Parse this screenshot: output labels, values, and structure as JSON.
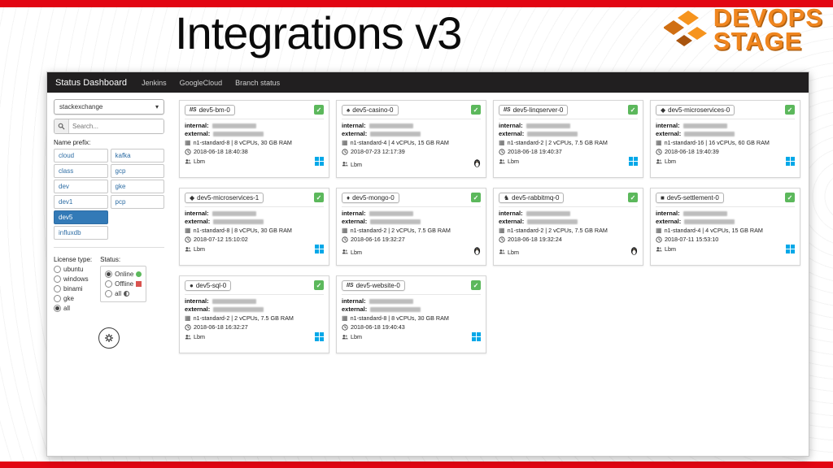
{
  "slide": {
    "title": "Integrations v3",
    "logo_line1": "DEVOPS",
    "logo_line2": "STAGE"
  },
  "nav": {
    "brand": "Status Dashboard",
    "items": [
      "Jenkins",
      "GoogleCloud",
      "Branch status"
    ]
  },
  "sidebar": {
    "dropdown_value": "stackexchange",
    "search_placeholder": "Search...",
    "name_prefix_label": "Name prefix:",
    "prefix_col1": [
      {
        "label": "cloud"
      },
      {
        "label": "class"
      },
      {
        "label": "dev"
      },
      {
        "label": "dev1"
      },
      {
        "label": "dev5",
        "selected": true
      },
      {
        "label": "influxdb"
      }
    ],
    "prefix_col2": [
      {
        "label": "kafka"
      },
      {
        "label": "gcp"
      },
      {
        "label": "gke"
      },
      {
        "label": "pcp"
      }
    ],
    "license_label": "License type:",
    "license_options": [
      {
        "label": "ubuntu"
      },
      {
        "label": "windows"
      },
      {
        "label": "binami"
      },
      {
        "label": "gke"
      },
      {
        "label": "all",
        "selected": true
      }
    ],
    "status_label": "Status:",
    "status_options": [
      {
        "label": "Online",
        "marker": "online",
        "selected": true
      },
      {
        "label": "Offline",
        "marker": "offline"
      },
      {
        "label": "all",
        "marker": "all"
      }
    ]
  },
  "card_labels": {
    "internal": "internal:",
    "external": "external:"
  },
  "icons": {
    "ram": "▦"
  },
  "cards": [
    {
      "name": "dev5-bm-0",
      "icon": "IIS",
      "spec": "n1-standard-8 | 8 vCPUs, 30 GB RAM",
      "datetime": "2018-06-18 18:40:38",
      "owner": "Lbm",
      "os": "windows",
      "checked": true
    },
    {
      "name": "dev5-casino-0",
      "icon": "♠",
      "spec": "n1-standard-4 | 4 vCPUs, 15 GB RAM",
      "datetime": "2018-07-23 12:17:39",
      "owner": "Lbm",
      "os": "linux",
      "checked": true
    },
    {
      "name": "dev5-linqserver-0",
      "icon": "IIS",
      "spec": "n1-standard-2 | 2 vCPUs, 7.5 GB RAM",
      "datetime": "2018-06-18 19:40:37",
      "owner": "Lbm",
      "os": "windows",
      "checked": true
    },
    {
      "name": "dev5-microservices-0",
      "icon": "◆",
      "spec": "n1-standard-16 | 16 vCPUs, 60 GB RAM",
      "datetime": "2018-06-18 19:40:39",
      "owner": "Lbm",
      "os": "windows",
      "checked": true
    },
    {
      "name": "dev5-microservices-1",
      "icon": "◆",
      "spec": "n1-standard-8 | 8 vCPUs, 30 GB RAM",
      "datetime": "2018-07-12 15:10:02",
      "owner": "Lbm",
      "os": "windows",
      "checked": true
    },
    {
      "name": "dev5-mongo-0",
      "icon": "♦",
      "spec": "n1-standard-2 | 2 vCPUs, 7.5 GB RAM",
      "datetime": "2018-06-16 19:32:27",
      "owner": "Lbm",
      "os": "linux",
      "checked": true
    },
    {
      "name": "dev5-rabbitmq-0",
      "icon": "♞",
      "spec": "n1-standard-2 | 2 vCPUs, 7.5 GB RAM",
      "datetime": "2018-06-18 19:32:24",
      "owner": "Lbm",
      "os": "linux",
      "checked": true
    },
    {
      "name": "dev5-settlement-0",
      "icon": "■",
      "spec": "n1-standard-4 | 4 vCPUs, 15 GB RAM",
      "datetime": "2018-07-11 15:53:10",
      "owner": "Lbm",
      "os": "windows",
      "checked": true
    },
    {
      "name": "dev5-sql-0",
      "icon": "●",
      "spec": "n1-standard-2 | 2 vCPUs, 7.5 GB RAM",
      "datetime": "2018-06-18 16:32:27",
      "owner": "Lbm",
      "os": "windows",
      "checked": true
    },
    {
      "name": "dev5-website-0",
      "icon": "IIS",
      "spec": "n1-standard-8 | 8 vCPUs, 30 GB RAM",
      "datetime": "2018-06-18 19:40:43",
      "owner": "Lbm",
      "os": "windows",
      "checked": true
    }
  ]
}
